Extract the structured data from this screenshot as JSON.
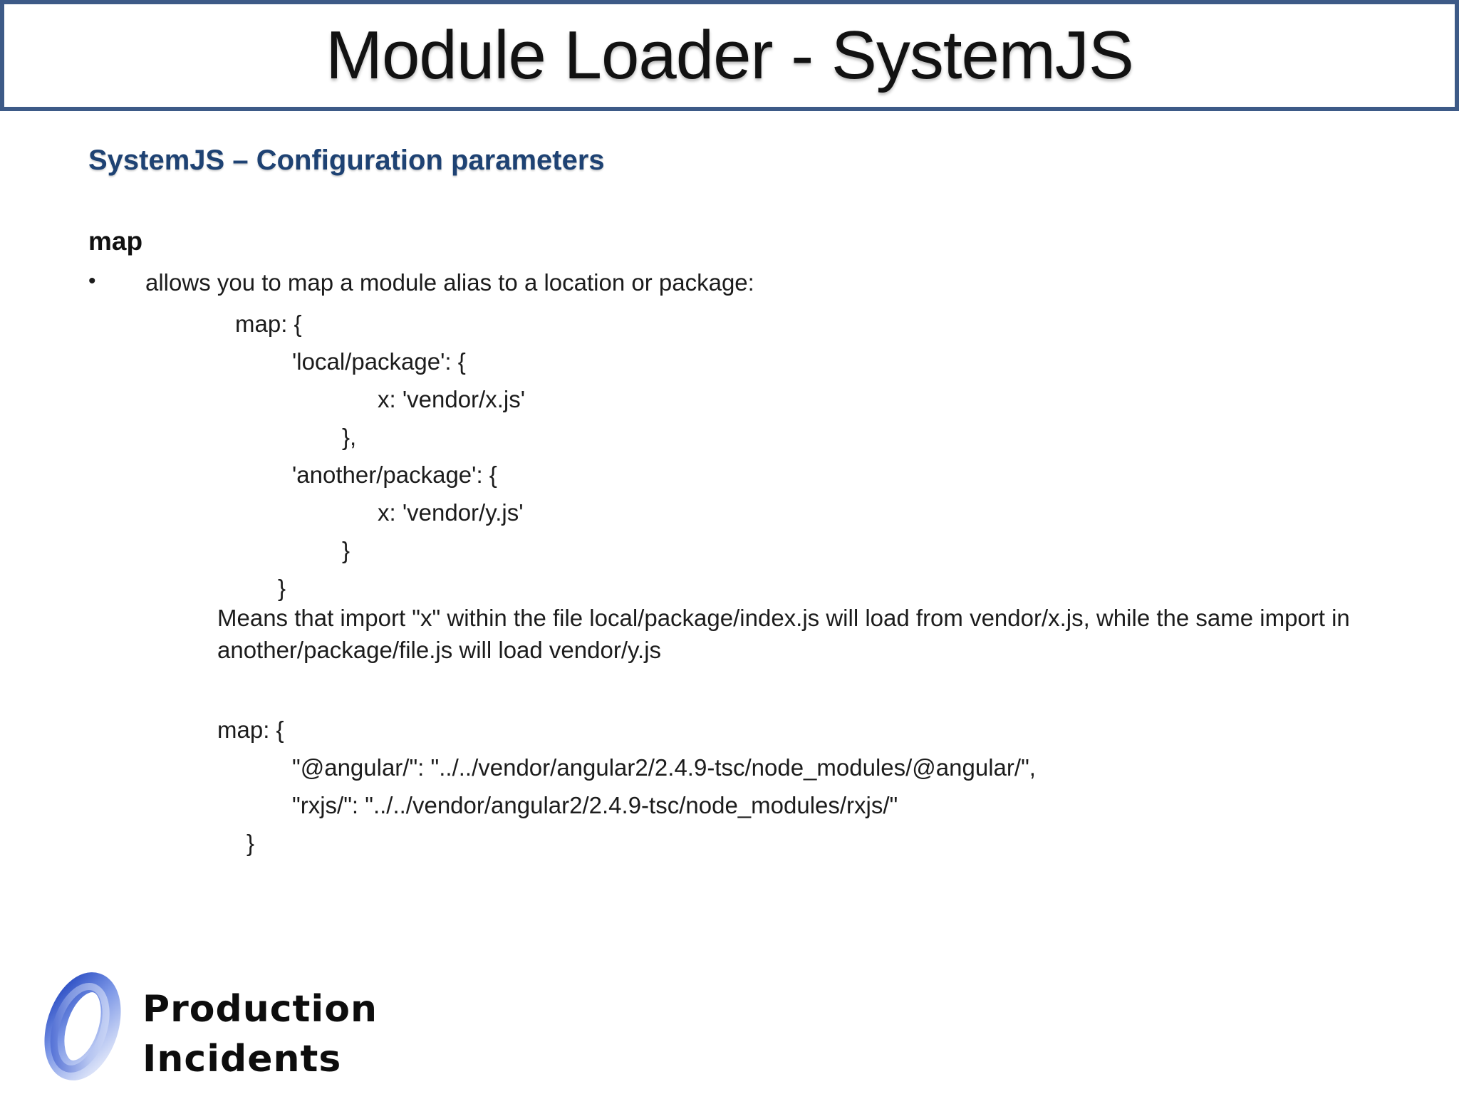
{
  "slide": {
    "title": "Module Loader - SystemJS"
  },
  "content": {
    "subtitle": "SystemJS – Configuration parameters",
    "map_heading": "map",
    "bullet_glyph": "•",
    "bullet_text": "allows you to map a module alias to a location or package:",
    "code_block_1": [
      "map: {",
      "'local/package': {",
      "x: 'vendor/x.js'",
      "},",
      "'another/package': {",
      "x: 'vendor/y.js'",
      "}",
      "}"
    ],
    "explanation": "Means that import \"x\" within the file local/package/index.js will load from vendor/x.js, while the same import in another/package/file.js will load vendor/y.js",
    "code_block_2": [
      "map: {",
      "\"@angular/\": \"../../vendor/angular2/2.4.9-tsc/node_modules/@angular/\",",
      "\"rxjs/\": \"../../vendor/angular2/2.4.9-tsc/node_modules/rxjs/\"",
      "}"
    ]
  },
  "footer": {
    "logo": "blue-swirl-ring",
    "brand_line1": "Production",
    "brand_line2": "Incidents"
  },
  "colors": {
    "header_border": "#3d5a87",
    "header_gradient_peak": "#f5ab70",
    "subtitle_navy": "#1e4273",
    "logo_blue_dark": "#2d4fc4",
    "logo_blue_light": "#d9e1f8"
  }
}
